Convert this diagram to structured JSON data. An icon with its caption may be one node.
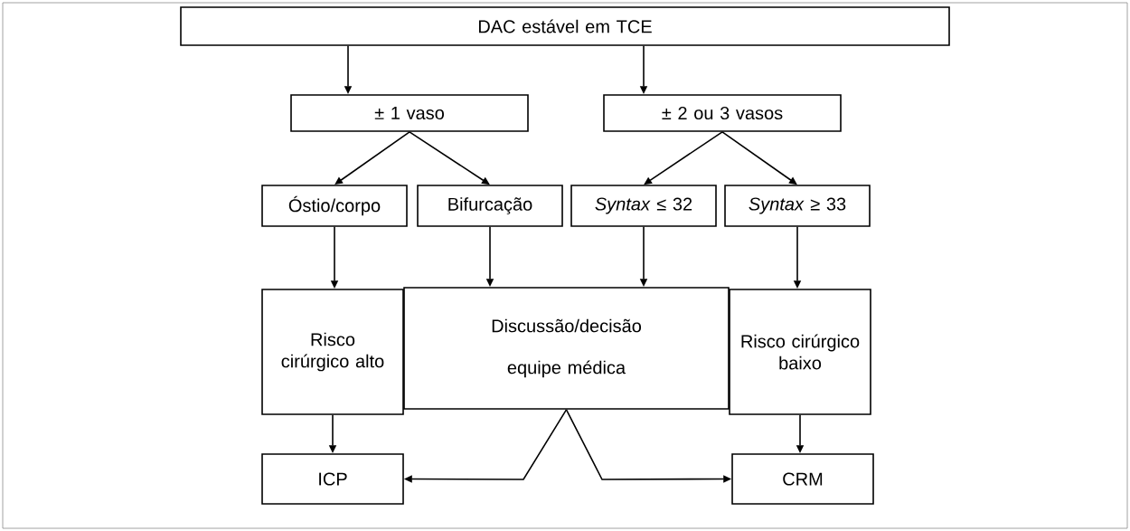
{
  "diagram": {
    "nodes": [
      {
        "text": [
          "DAC estável em TCE"
        ]
      },
      {
        "text": [
          "± 1 vaso"
        ]
      },
      {
        "text": [
          "± 2 ou 3 vasos"
        ]
      },
      {
        "text": [
          "Óstio/corpo"
        ]
      },
      {
        "text": [
          "Bifurcação"
        ]
      },
      {
        "text": [
          "*Syntax* ≤ 32"
        ]
      },
      {
        "text": [
          "*Syntax* ≥ 33"
        ]
      },
      {
        "text": [
          "Risco cirúrgico alto"
        ]
      },
      {
        "text": [
          "Discussão/decisão equipe médica"
        ]
      },
      {
        "text": [
          "Risco cirúrgico baixo"
        ]
      },
      {
        "text": [
          "ICP"
        ]
      },
      {
        "text": [
          "CRM"
        ]
      }
    ],
    "edges": [
      {
        "from": 0,
        "to": 1,
        "arrow": "to"
      },
      {
        "from": 0,
        "to": 2,
        "arrow": "to"
      },
      {
        "from": 1,
        "to": 3,
        "arrow": "to"
      },
      {
        "from": 1,
        "to": 4,
        "arrow": "to"
      },
      {
        "from": 2,
        "to": 5,
        "arrow": "to"
      },
      {
        "from": 2,
        "to": 6,
        "arrow": "to"
      },
      {
        "from": 3,
        "to": 7,
        "arrow": "to"
      },
      {
        "from": 4,
        "to": 8,
        "arrow": "to"
      },
      {
        "from": 5,
        "to": 8,
        "arrow": "to"
      },
      {
        "from": 6,
        "to": 9,
        "arrow": "to"
      },
      {
        "from": 7,
        "to": 10,
        "arrow": "to"
      },
      {
        "from": 9,
        "to": 11,
        "arrow": "to"
      },
      {
        "from": 8,
        "to": 10,
        "arrow": "to"
      },
      {
        "from": 8,
        "to": 11,
        "arrow": "to"
      }
    ]
  }
}
